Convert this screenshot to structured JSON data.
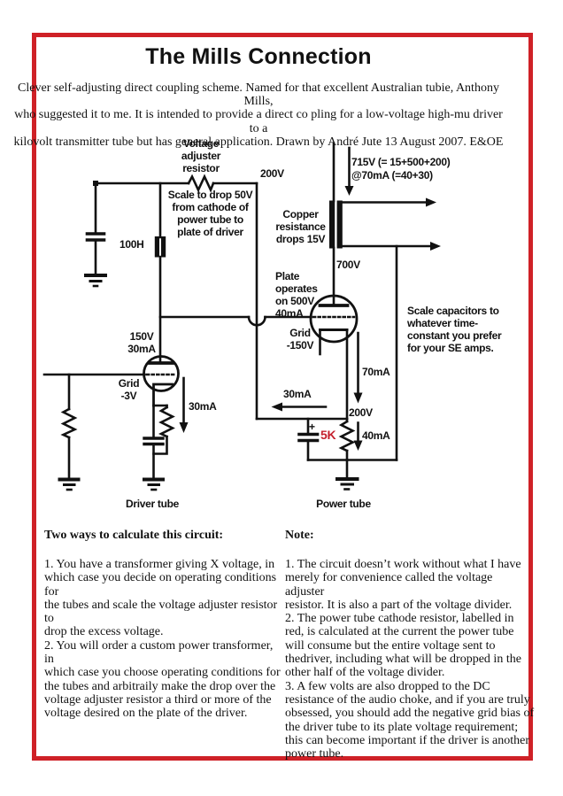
{
  "page": {
    "title": "The Mills Connection",
    "intro": "Clever self-adjusting direct coupling scheme. Named for that excellent Australian tubie, Anthony Mills,\nwho suggested it to me. It is intended to provide a direct co pling for a low-voltage high-mu driver to a\nkilovolt transmitter tube but has general application. Drawn by André Jute 13 August 2007. E&OE",
    "border_color": "#cf2127"
  },
  "schematic": {
    "labels": {
      "voltage_adjuster": "Voltage\nadjuster\nresistor",
      "v200_top": "200V",
      "scale_drop": "Scale to drop 50V\nfrom cathode of\npower tube to\nplate of driver",
      "choke": "100H",
      "supply": "715V (= 15+500+200)\n@70mA (=40+30)",
      "copper": "Copper\nresistance\ndrops 15V",
      "v700": "700V",
      "plate_operates": "Plate\noperates\non 500V\n40mA",
      "grid_power": "Grid\n-150V",
      "scale_caps": "Scale capacitors to\nwhatever time-\nconstant you prefer\nfor your SE amps.",
      "v150": "150V\n30mA",
      "grid_driver": "Grid\n-3V",
      "i30_driver": "30mA",
      "i70": "70mA",
      "i30_loop": "30mA",
      "v200_cathode": "200V",
      "r5k": "5K",
      "r5k_color": "#c5212e",
      "i40": "40mA",
      "cap_plus": "+",
      "driver_tube": "Driver tube",
      "power_tube": "Power tube"
    }
  },
  "notes_left": {
    "heading": "Two ways to calculate this circuit:",
    "body": "1. You have a transformer giving X voltage, in\nwhich case you decide on operating conditions for\nthe tubes and scale the voltage adjuster resistor to\ndrop the excess voltage.\n2. You will order a custom power transformer, in\nwhich case you choose operating conditions for\nthe tubes and arbitraily make the drop over the\nvoltage adjuster resistor a third or more of the\nvoltage desired on the plate of the driver."
  },
  "notes_right": {
    "heading": "Note:",
    "body": "1. The circuit doesn’t work without what I have\nmerely for convenience called the voltage adjuster\nresistor. It is also a part of the voltage divider.\n2. The power tube cathode resistor, labelled in\nred, is calculated at the current the power tube\nwill consume but the entire voltage sent to\nthedriver, including what will be dropped in the\nother half of the voltage divider.\n3. A few volts are also dropped to the DC\nresistance of the audio choke, and if you are truly\nobsessed, you should add the negative grid bias of\nthe driver tube to its plate voltage requirement;\nthis can become important if the driver is another\npower tube."
  }
}
